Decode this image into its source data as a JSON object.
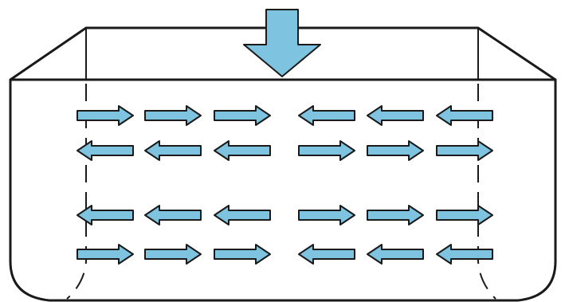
{
  "diagram": {
    "colors": {
      "background": "#ffffff",
      "outline": "#1a1a1a",
      "arrow_fill": "#7ec3df",
      "arrow_stroke": "#1a1a1a"
    },
    "input_arrow": {
      "icon": "down-arrow-icon",
      "direction": "down"
    },
    "arrow_rows": [
      [
        "right",
        "right",
        "right",
        "left",
        "left",
        "left"
      ],
      [
        "left",
        "left",
        "left",
        "right",
        "right",
        "right"
      ],
      [
        "left",
        "left",
        "left",
        "right",
        "right",
        "right"
      ],
      [
        "right",
        "right",
        "right",
        "left",
        "left",
        "left"
      ]
    ]
  }
}
